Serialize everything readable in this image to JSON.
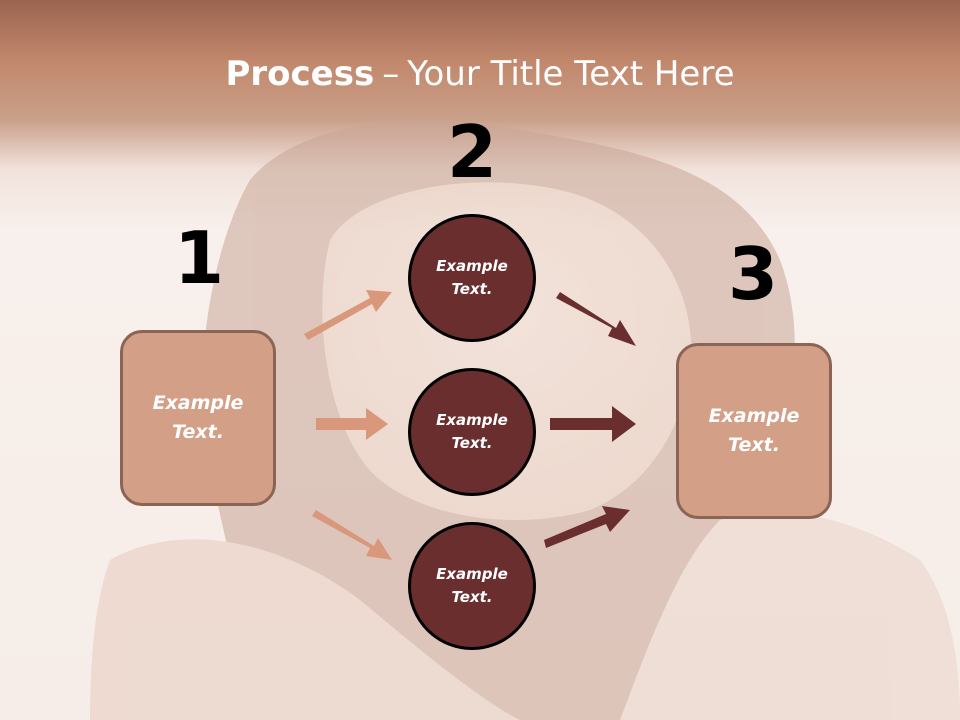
{
  "title": {
    "bold": "Process",
    "separator": "–",
    "rest": "Your Title Text Here"
  },
  "steps": [
    {
      "number": "1"
    },
    {
      "number": "2"
    },
    {
      "number": "3"
    }
  ],
  "left_box": {
    "text": "Example Text."
  },
  "circles": [
    {
      "text": "Example Text."
    },
    {
      "text": "Example Text."
    },
    {
      "text": "Example Text."
    }
  ],
  "right_box": {
    "text": "Example Text."
  },
  "colors": {
    "header": "#c1876b",
    "box_fill": "#d39f86",
    "box_border": "#8a6556",
    "circle_fill": "#6a2e2f",
    "arrow_in": "#d9987c",
    "arrow_out": "#6a2e2f"
  }
}
